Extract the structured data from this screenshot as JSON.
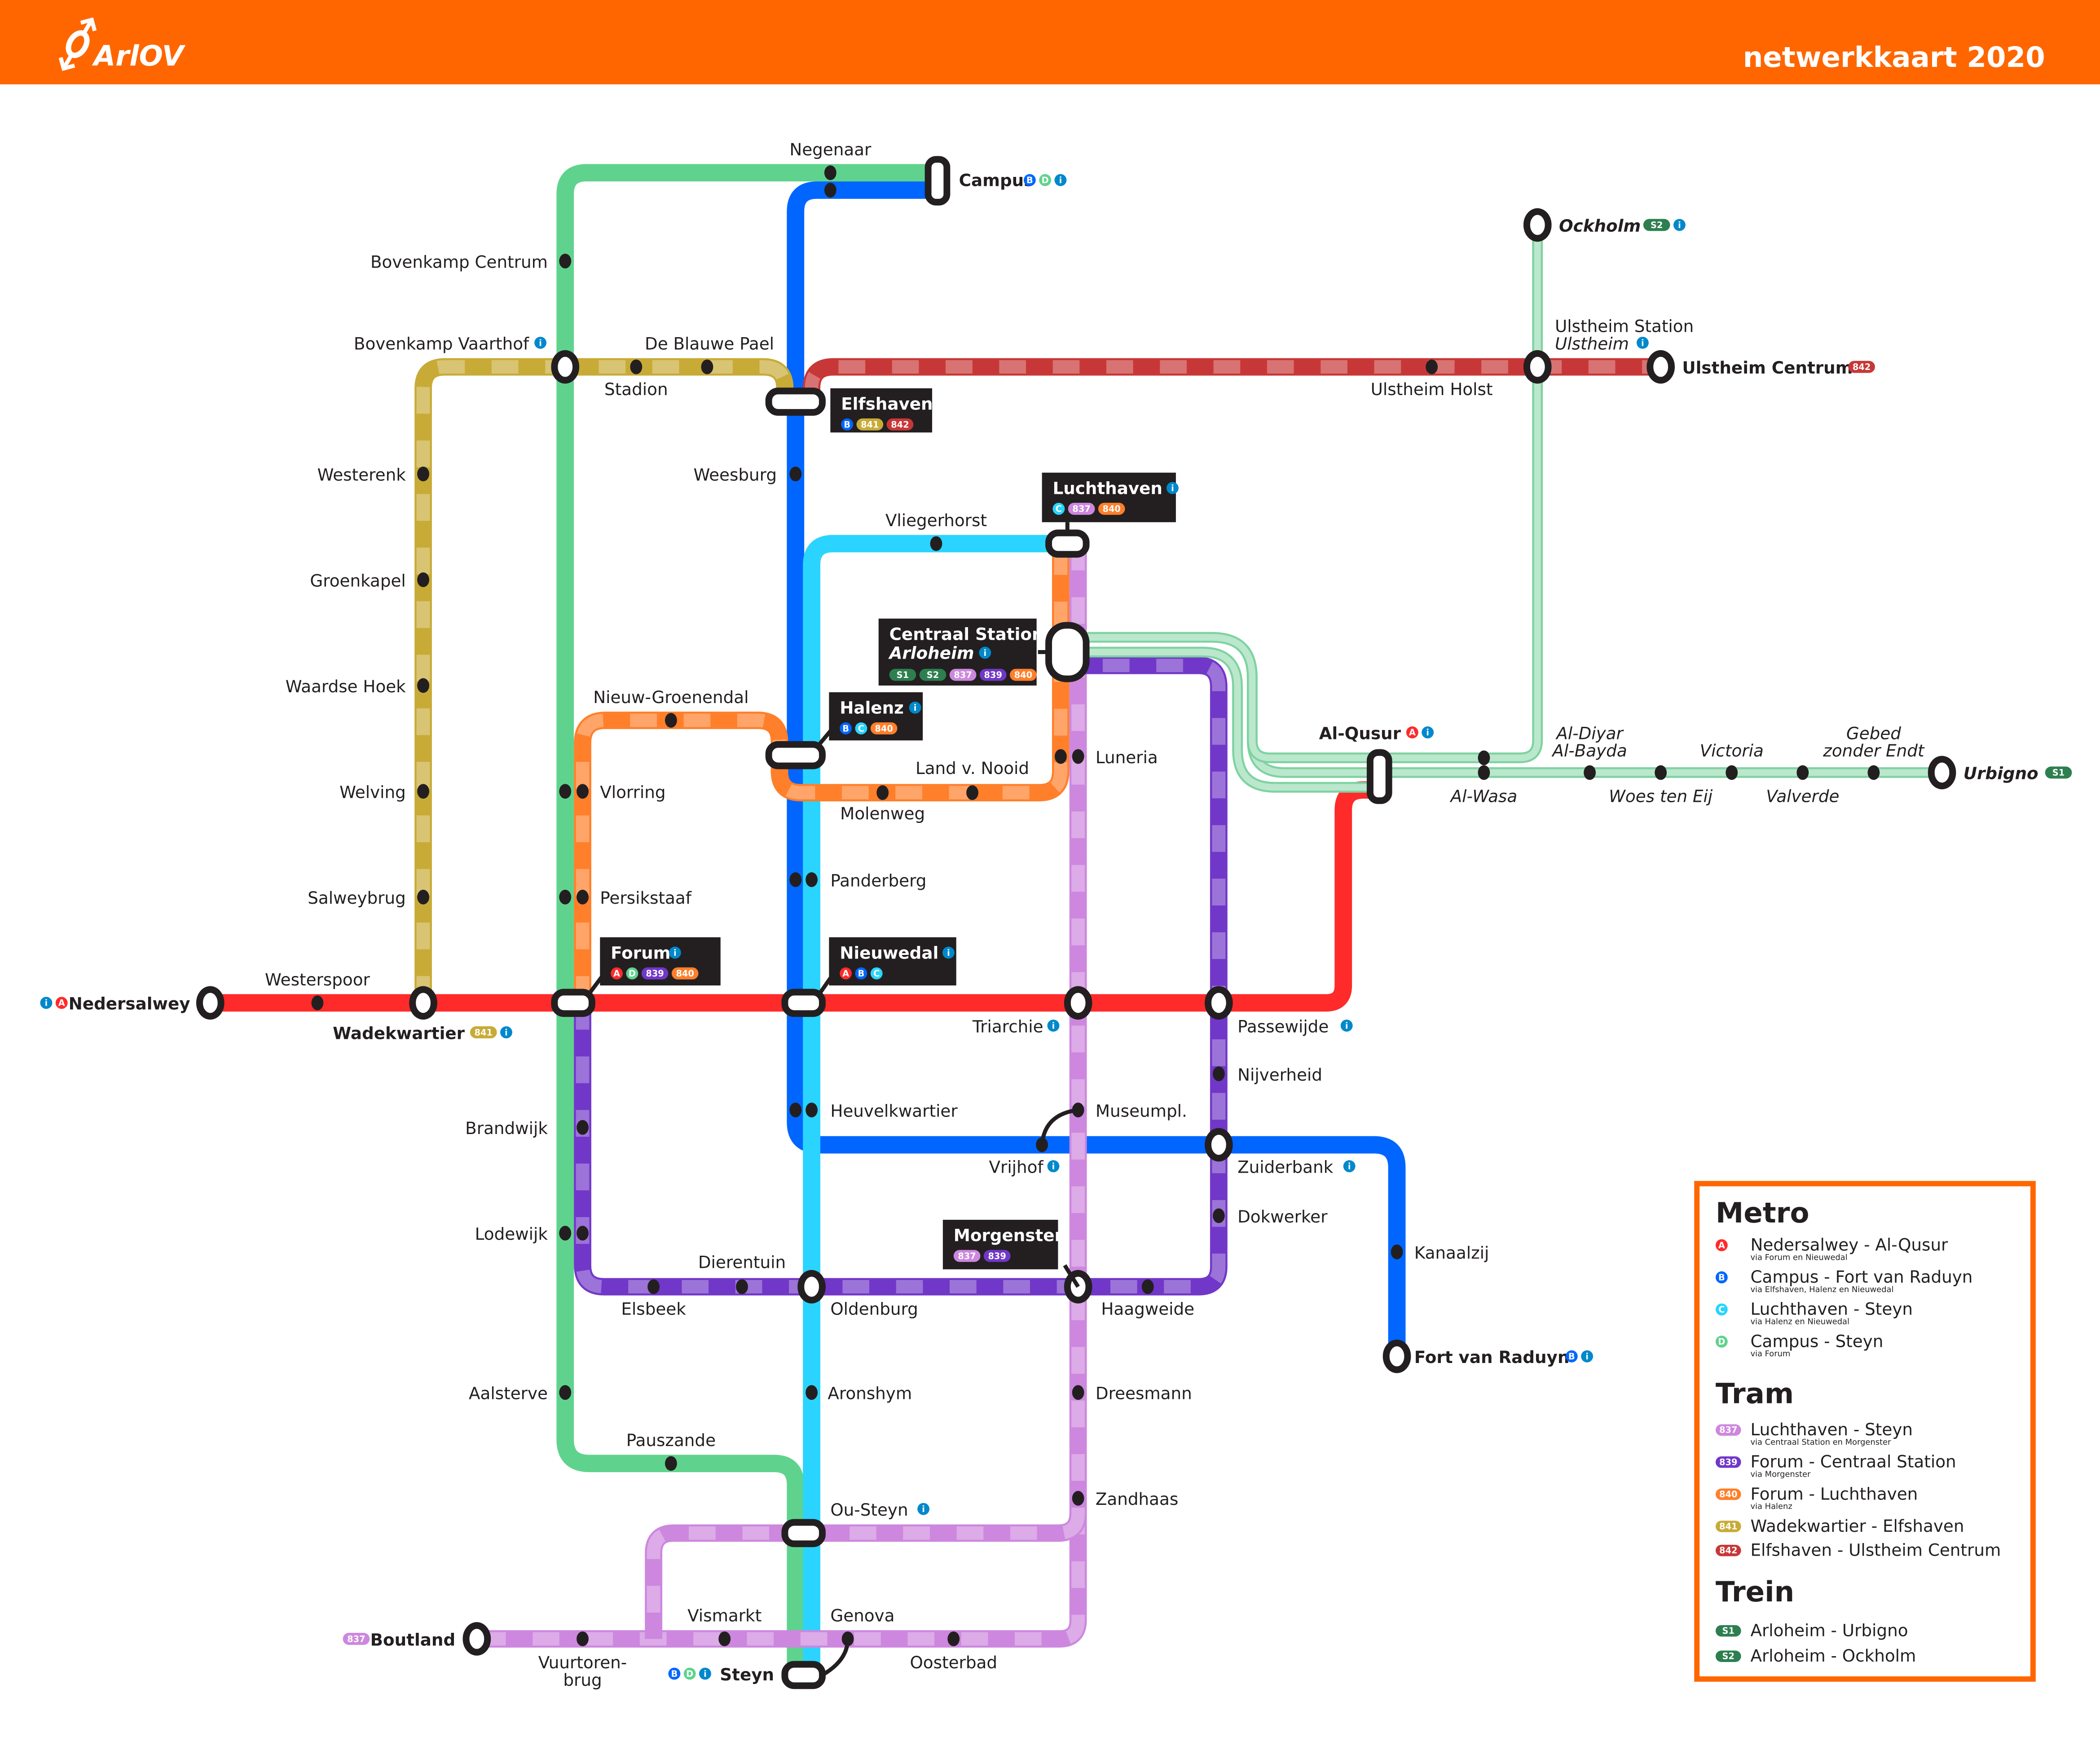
{
  "header": {
    "brand": "ArlOV",
    "title": "netwerkkaart 2020",
    "color": "#ff6600"
  },
  "colors": {
    "A": "#ff2a2a",
    "B": "#0066ff",
    "C": "#2ad4ff",
    "D": "#5fd38d",
    "837": "#cd87de",
    "839": "#7137c8",
    "840": "#ff7f2a",
    "841": "#c8ab37",
    "842": "#c83737",
    "S1": "#2d7f4f",
    "S2": "#2d7f4f",
    "info": "#0088cc",
    "train_fill": "#bbe7cd",
    "train_edge": "#7dd3a0",
    "station": "#231f20"
  },
  "stations": {
    "negenaar": "Negenaar",
    "campus": "Campus",
    "bovenkamp_centrum": "Bovenkamp Centrum",
    "bovenkamp_vaarthof": "Bovenkamp Vaarthof",
    "de_blauwe_pael": "De Blauwe Pael",
    "stadion": "Stadion",
    "elfshaven": "Elfshaven",
    "weesburg": "Weesburg",
    "westerenk": "Westerenk",
    "groenkapel": "Groenkapel",
    "waardse_hoek": "Waardse Hoek",
    "welving": "Welving",
    "salweybrug": "Salweybrug",
    "westerspoor": "Westerspoor",
    "nedersalwey": "Nedersalwey",
    "wadekwartier": "Wadekwartier",
    "ockholm": "Ockholm",
    "ulstheim_station": "Ulstheim Station",
    "ulstheim_station_sub": "Ulstheim",
    "ulstheim_holst": "Ulstheim Holst",
    "ulstheim_centrum": "Ulstheim Centrum",
    "luchthaven": "Luchthaven",
    "vliegerhorst": "Vliegerhorst",
    "centraal_station": "Centraal Station",
    "centraal_station_sub": "Arloheim",
    "halenz": "Halenz",
    "nieuw_groenendal": "Nieuw-Groenendal",
    "vlorring": "Vlorring",
    "land_v_nooid": "Land v. Nooid",
    "molenweg": "Molenweg",
    "luneria": "Luneria",
    "al_qusur": "Al-Qusur",
    "al_diyar": "Al-Diyar",
    "al_bayda": "Al-Bayda",
    "victoria": "Victoria",
    "gebed": "Gebed",
    "zonder_endt": "zonder Endt",
    "urbigno": "Urbigno",
    "al_wasa": "Al-Wasa",
    "woes_ten_eij": "Woes ten Eij",
    "valverde": "Valverde",
    "persikstaaf": "Persikstaaf",
    "panderberg": "Panderberg",
    "forum": "Forum",
    "nieuwedal": "Nieuwedal",
    "triarchie": "Triarchie",
    "passewijde": "Passewijde",
    "nijverheid": "Nijverheid",
    "brandwijk": "Brandwijk",
    "heuvelkwartier": "Heuvelkwartier",
    "museumpl": "Museumpl.",
    "vrijhof": "Vrijhof",
    "zuiderbank": "Zuiderbank",
    "dokwerker": "Dokwerker",
    "kanaalzij": "Kanaalzij",
    "lodewijk": "Lodewijk",
    "morgenster": "Morgenster",
    "dierentuin": "Dierentuin",
    "elsbeek": "Elsbeek",
    "oldenburg": "Oldenburg",
    "haagweide": "Haagweide",
    "fort_van_raduyn": "Fort van Raduyn",
    "aalsterve": "Aalsterve",
    "aronshym": "Aronshym",
    "dreesmann": "Dreesmann",
    "pauszande": "Pauszande",
    "zandhaas": "Zandhaas",
    "ou_steyn": "Ou-Steyn",
    "boutland": "Boutland",
    "vismarkt": "Vismarkt",
    "genova": "Genova",
    "vuurtoren": "Vuurtoren-",
    "brug": "brug",
    "steyn": "Steyn",
    "oosterbad": "Oosterbad"
  },
  "badges": {
    "A": "A",
    "B": "B",
    "C": "C",
    "D": "D",
    "i": "i",
    "837": "837",
    "839": "839",
    "840": "840",
    "841": "841",
    "842": "842",
    "S1": "S1",
    "S2": "S2"
  },
  "legend": {
    "metro_title": "Metro",
    "tram_title": "Tram",
    "train_title": "Trein",
    "metro": [
      {
        "badge": "A",
        "route": "Nedersalwey - Al-Qusur",
        "via": "via Forum en Nieuwedal"
      },
      {
        "badge": "B",
        "route": "Campus - Fort van Raduyn",
        "via": "via Elfshaven, Halenz en Nieuwedal"
      },
      {
        "badge": "C",
        "route": "Luchthaven - Steyn",
        "via": "via Halenz en Nieuwedal"
      },
      {
        "badge": "D",
        "route": "Campus - Steyn",
        "via": "via Forum"
      }
    ],
    "tram": [
      {
        "badge": "837",
        "route": "Luchthaven - Steyn",
        "via": "via Centraal Station en Morgenster"
      },
      {
        "badge": "839",
        "route": "Forum - Centraal Station",
        "via": "via Morgenster"
      },
      {
        "badge": "840",
        "route": "Forum - Luchthaven",
        "via": "via Halenz"
      },
      {
        "badge": "841",
        "route": "Wadekwartier - Elfshaven",
        "via": ""
      },
      {
        "badge": "842",
        "route": "Elfshaven - Ulstheim Centrum",
        "via": ""
      }
    ],
    "train": [
      {
        "badge": "S1",
        "route": "Arloheim - Urbigno"
      },
      {
        "badge": "S2",
        "route": "Arloheim - Ockholm"
      }
    ]
  }
}
